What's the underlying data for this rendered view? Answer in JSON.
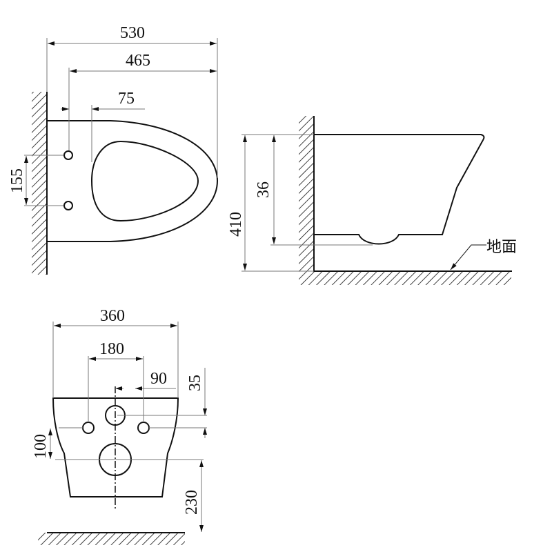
{
  "top_view": {
    "dim_overall_length": "530",
    "dim_hole_to_front": "465",
    "dim_hole_to_bowl": "75",
    "dim_hole_spacing": "155"
  },
  "side_view": {
    "dim_height_to_floor": "410",
    "dim_depth": "36",
    "floor_label": "地面"
  },
  "front_view": {
    "dim_width": "360",
    "dim_hole_spacing": "180",
    "dim_center_offset": "90",
    "dim_vertical_offset": "35",
    "dim_outlet_offset": "100",
    "dim_outlet_height": "230"
  },
  "colors": {
    "line": "#111111",
    "dimension_line": "#777777"
  }
}
